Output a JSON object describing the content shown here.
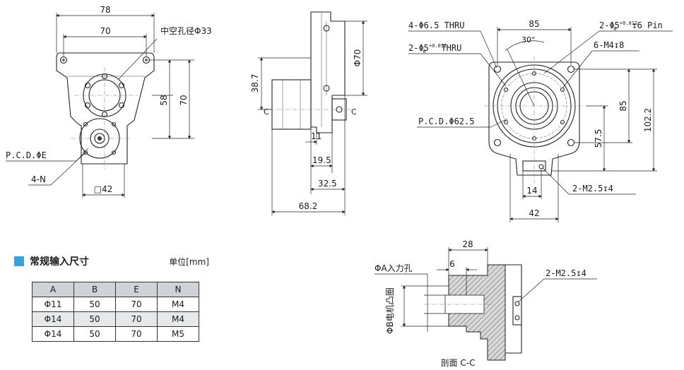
{
  "front_view": {
    "dim_overall_width": "78",
    "dim_hole_spacing_width": "70",
    "hollow_label": "中空孔径Φ33",
    "dim_height_58": "58",
    "dim_height_70": "70",
    "pcd_label": "P.C.D.ΦE",
    "holes_label": "4-N",
    "square_label": "□42"
  },
  "side_view": {
    "dim_38_7": "38.7",
    "dim_phi70": "Φ70",
    "dim_11": "11",
    "dim_19_5": "19.5",
    "dim_32_5": "32.5",
    "dim_68_2": "68.2",
    "section_mark_left": "C",
    "section_mark_right": "C"
  },
  "right_view": {
    "thru_label": "4-Φ6.5 THRU",
    "dim_85_top": "85",
    "pin_label": "2-Φ5",
    "pin_tol_upper": "+0.012",
    "pin_tol_lower": "0",
    "pin_depth": "6 Pin",
    "pin_depth_symbol": "↧",
    "angle_label": "30°",
    "thru2_label": "2-Φ5",
    "thru2_tol_upper": "+0.012",
    "thru2_tol_lower": "0",
    "thru2_suffix": "THRU",
    "m4_label": "6-M4",
    "m4_depth": "8",
    "pcd_label": "P.C.D.Φ62.5",
    "dim_85_right": "85",
    "dim_102_2": "102.2",
    "dim_57_5": "57.5",
    "dim_14": "14",
    "dim_42": "42",
    "m25_label": "2-M2.5",
    "m25_depth": "4"
  },
  "section_view": {
    "dim_28": "28",
    "dim_6": "6",
    "input_hole_label": "ΦA入力孔",
    "motor_boss_label": "ΦB电机凸圈",
    "m25_label": "2-M2.5",
    "m25_depth": "4",
    "caption": "剖面 C-C"
  },
  "legend": {
    "title": "常规输入尺寸",
    "unit": "单位[mm]"
  },
  "table": {
    "headers": [
      "A",
      "B",
      "E",
      "N"
    ],
    "rows": [
      [
        "Φ11",
        "50",
        "70",
        "M4"
      ],
      [
        "Φ14",
        "50",
        "70",
        "M4"
      ],
      [
        "Φ14",
        "50",
        "70",
        "M5"
      ]
    ]
  }
}
